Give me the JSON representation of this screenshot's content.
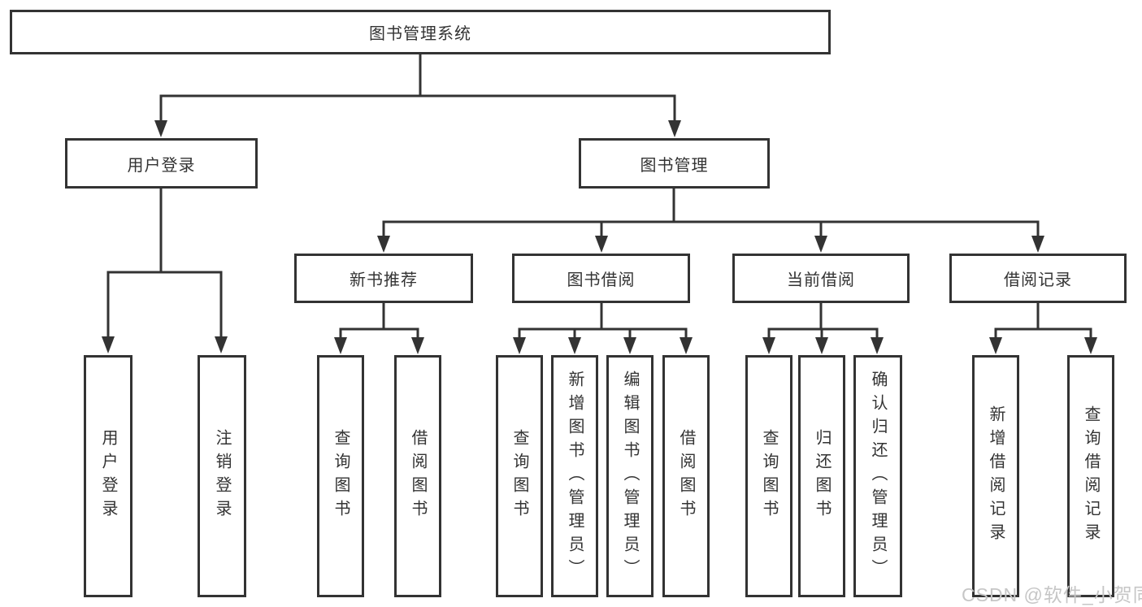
{
  "diagram_title": "图书管理系统",
  "watermark": "CSDN @软件_小贺同学",
  "colors": {
    "line": "#333333",
    "text": "#333333",
    "box_background": "#ffffff",
    "watermark": "#c6c6c6"
  },
  "nodes": [
    {
      "id": "system",
      "label": "图书管理系统",
      "parent": null
    },
    {
      "id": "user-login",
      "label": "用户登录",
      "parent": "system"
    },
    {
      "id": "book-management",
      "label": "图书管理",
      "parent": "system"
    },
    {
      "id": "new-book-recommend",
      "label": "新书推荐",
      "parent": "book-management"
    },
    {
      "id": "book-borrowing",
      "label": "图书借阅",
      "parent": "book-management"
    },
    {
      "id": "current-borrowing",
      "label": "当前借阅",
      "parent": "book-management"
    },
    {
      "id": "borrowing-records",
      "label": "借阅记录",
      "parent": "book-management"
    },
    {
      "id": "login",
      "label": "用户登录",
      "parent": "user-login"
    },
    {
      "id": "logout",
      "label": "注销登录",
      "parent": "user-login"
    },
    {
      "id": "query-books-recommend",
      "label": "查询图书",
      "parent": "new-book-recommend"
    },
    {
      "id": "borrow-books-recommend",
      "label": "借阅图书",
      "parent": "new-book-recommend"
    },
    {
      "id": "query-books-borrowing",
      "label": "查询图书",
      "parent": "book-borrowing"
    },
    {
      "id": "add-books-admin",
      "label": "新增图书（管理员）",
      "parent": "book-borrowing"
    },
    {
      "id": "edit-books-admin",
      "label": "编辑图书（管理员）",
      "parent": "book-borrowing"
    },
    {
      "id": "borrow-books-borrowing",
      "label": "借阅图书",
      "parent": "book-borrowing"
    },
    {
      "id": "query-books-current",
      "label": "查询图书",
      "parent": "current-borrowing"
    },
    {
      "id": "return-books",
      "label": "归还图书",
      "parent": "current-borrowing"
    },
    {
      "id": "confirm-return-admin",
      "label": "确认归还（管理员）",
      "parent": "current-borrowing"
    },
    {
      "id": "add-borrow-record",
      "label": "新增借阅记录",
      "parent": "borrowing-records"
    },
    {
      "id": "query-borrow-record",
      "label": "查询借阅记录",
      "parent": "borrowing-records"
    }
  ]
}
